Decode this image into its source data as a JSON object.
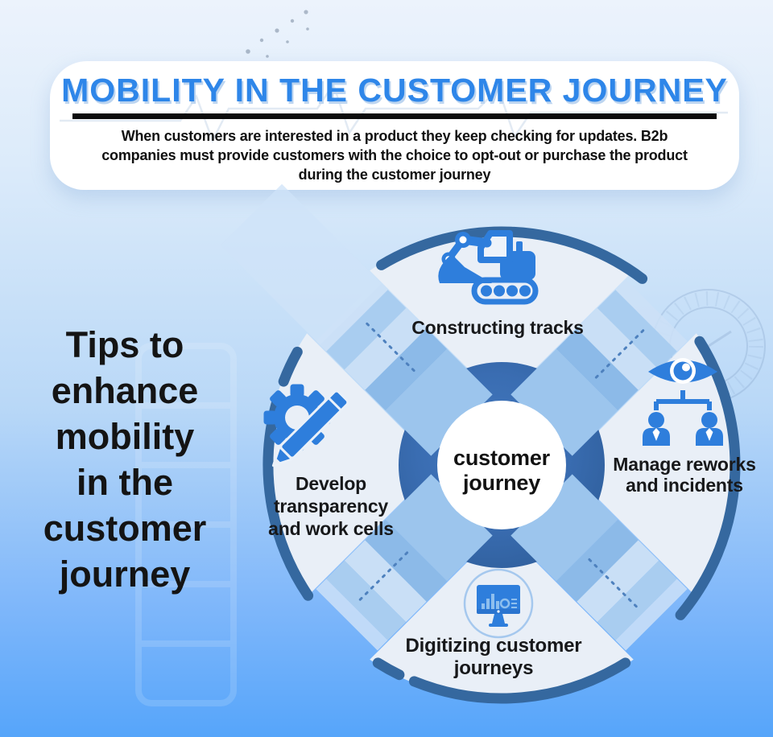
{
  "header": {
    "title": "MOBILITY IN THE CUSTOMER JOURNEY",
    "description": "When customers are interested in a product they keep checking for updates. B2b\ncompanies must provide customers with the choice to opt-out or purchase the product\nduring the customer journey"
  },
  "left_panel": {
    "heading": "Tips to\nenhance\nmobility\nin the\ncustomer\njourney"
  },
  "diagram": {
    "center_label": "customer\njourney",
    "segments": [
      {
        "position": "top",
        "label": "Constructing tracks",
        "icon": "excavator-icon"
      },
      {
        "position": "right",
        "label": "Manage reworks\nand incidents",
        "icon": "eye-supervision-icon"
      },
      {
        "position": "bottom",
        "label": "Digitizing customer\njourneys",
        "icon": "monitor-analytics-icon"
      },
      {
        "position": "left",
        "label": "Develop\ntransparency\nand work cells",
        "icon": "gear-pencil-icon"
      }
    ]
  },
  "colors": {
    "icon_blue": "#2e7edc",
    "title_blue": "#2e86e9",
    "rim_arc": "#35689f",
    "center_ring": "#3a6db2",
    "wedge_fill": "#e9eff7",
    "band_blue": "#9cc5ed",
    "background_top": "#e9f2fc",
    "background_bottom": "#57a6fa",
    "text_dark": "#141414"
  }
}
